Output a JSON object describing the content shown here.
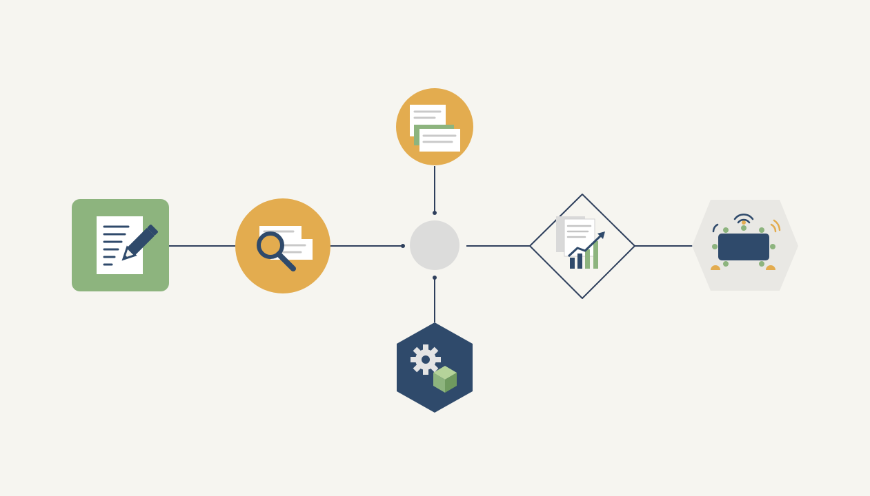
{
  "diagram": {
    "colors": {
      "background": "#f6f5f0",
      "connector": "#2e3f5c",
      "green": "#8db47e",
      "amber": "#e3ac4f",
      "navy": "#2f4a6b",
      "hub": "#dcdcdb",
      "hexagon_light": "#e9e8e4"
    },
    "nodes": [
      {
        "id": "draft",
        "shape": "rounded-square",
        "icon": "document-pencil-icon"
      },
      {
        "id": "review",
        "shape": "circle",
        "icon": "magnifier-documents-icon"
      },
      {
        "id": "hub",
        "shape": "circle",
        "icon": "none"
      },
      {
        "id": "records",
        "shape": "circle",
        "icon": "stacked-cards-icon"
      },
      {
        "id": "processing",
        "shape": "hexagon",
        "icon": "gear-cube-icon"
      },
      {
        "id": "analysis",
        "shape": "diamond",
        "icon": "report-growth-chart-icon"
      },
      {
        "id": "meeting",
        "shape": "hexagon",
        "icon": "conference-table-icon"
      }
    ],
    "edges": [
      {
        "from": "draft",
        "to": "review"
      },
      {
        "from": "review",
        "to": "hub"
      },
      {
        "from": "records",
        "to": "hub"
      },
      {
        "from": "hub",
        "to": "processing"
      },
      {
        "from": "hub",
        "to": "analysis"
      },
      {
        "from": "analysis",
        "to": "meeting"
      }
    ]
  }
}
